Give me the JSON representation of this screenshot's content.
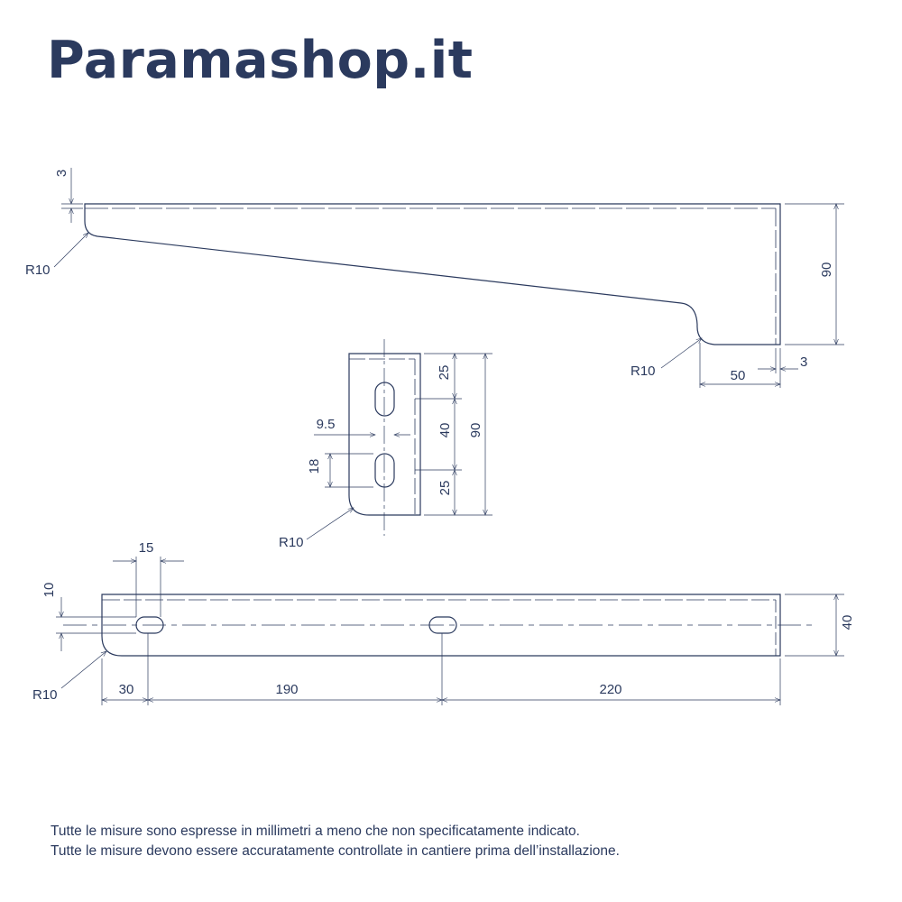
{
  "brand": "Paramashop.it",
  "colors": {
    "ink": "#2b3a5e",
    "background": "#ffffff"
  },
  "side_view": {
    "thickness_label": "3",
    "height_label": "90",
    "radius_left_label": "R10",
    "radius_right_label": "R10",
    "foot_length_label": "50",
    "foot_thickness_label": "3"
  },
  "end_view": {
    "slot_width_label": "9.5",
    "slot_length_label": "18",
    "top_offset_label": "25",
    "slot_spacing_label": "40",
    "bottom_offset_label": "25",
    "total_height_label": "90",
    "radius_label": "R10"
  },
  "top_view": {
    "slot_width_label": "15",
    "edge_distance_label": "10",
    "width_label": "40",
    "radius_label": "R10",
    "first_slot_label": "30",
    "slot_spacing_label": "190",
    "tail_label": "220"
  },
  "notes": [
    "Tutte le misure sono espresse in millimetri a meno che non specificatamente indicato.",
    "Tutte le misure devono essere accuratamente controllate in cantiere prima dell’installazione."
  ]
}
